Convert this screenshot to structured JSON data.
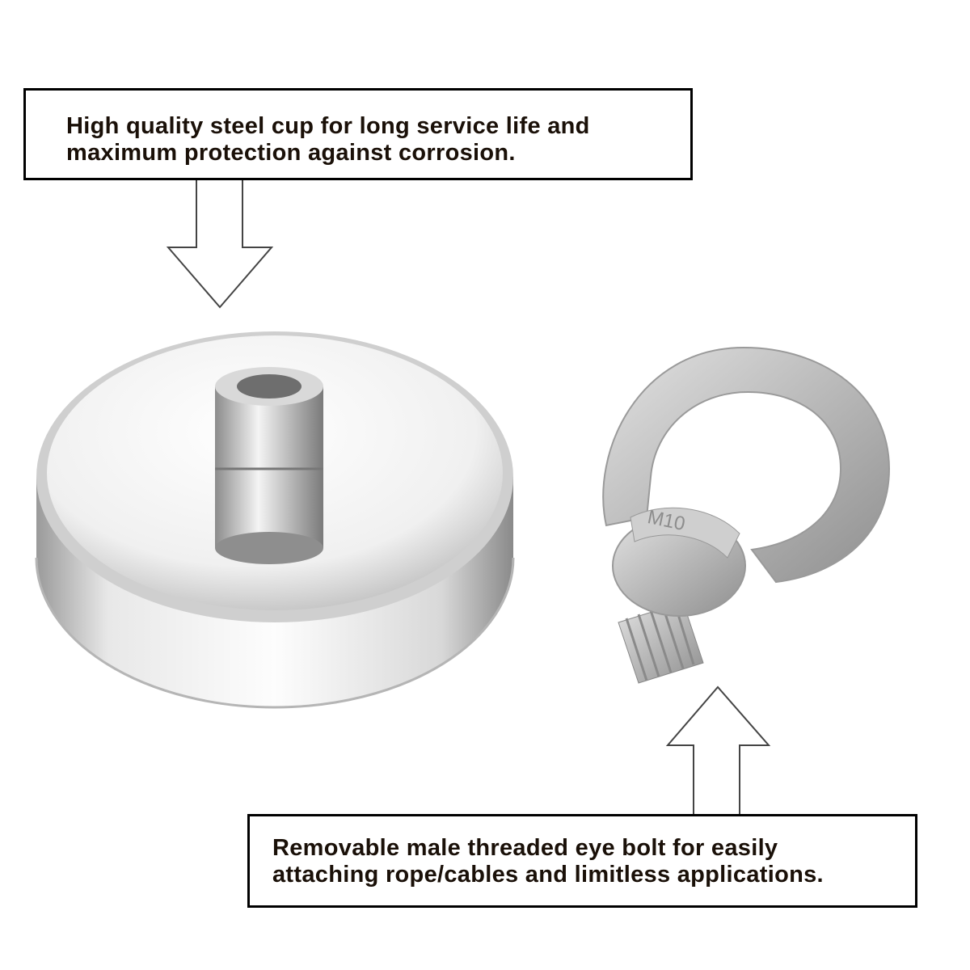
{
  "callouts": {
    "top": {
      "line1": "High quality steel cup for long service life and",
      "line2": "maximum protection against corrosion."
    },
    "bottom": {
      "line1": "Removable male threaded eye bolt for easily",
      "line2": "attaching rope/cables and limitless applications."
    }
  },
  "product": {
    "bolt_marking": "M10"
  }
}
